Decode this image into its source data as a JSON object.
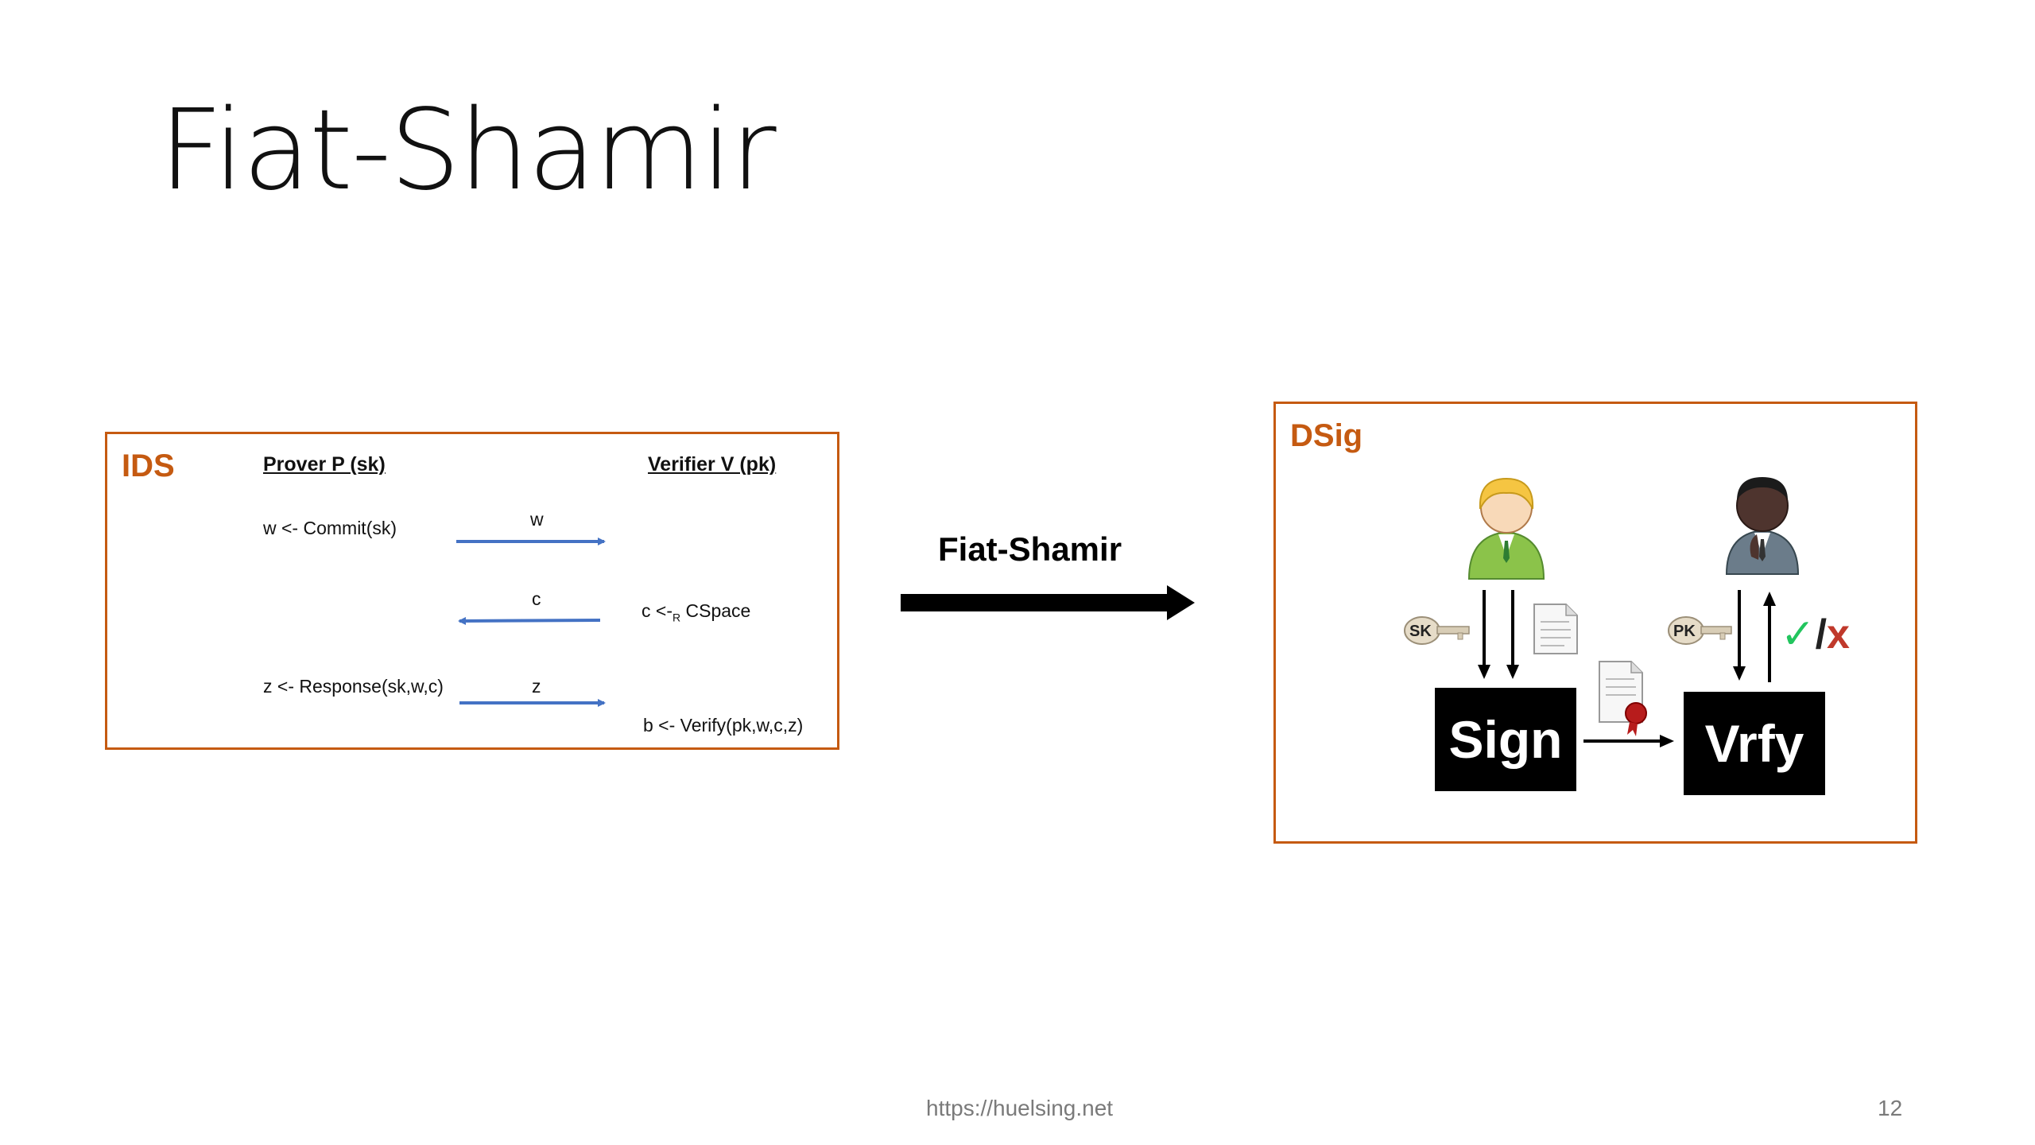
{
  "slide": {
    "title": "Fiat-Shamir",
    "footer_url": "https://huelsing.net",
    "page_number": "12"
  },
  "ids": {
    "label": "IDS",
    "prover_header": "Prover P (sk)",
    "verifier_header": "Verifier V (pk)",
    "commit": "w <- Commit(sk)",
    "msg_w": "w",
    "msg_c": "c",
    "challenge_prefix": "c <-",
    "challenge_sub": "R",
    "challenge_suffix": " CSpace",
    "response": "z <- Response(sk,w,c)",
    "msg_z": "z",
    "verify": "b <- Verify(pk,w,c,z)"
  },
  "transform": {
    "label": "Fiat-Shamir"
  },
  "dsig": {
    "label": "DSig",
    "sk_label": "SK",
    "pk_label": "PK",
    "sign_label": "Sign",
    "vrfy_label": "Vrfy",
    "result_check": "✓",
    "result_slash": "/",
    "result_cross": "x"
  },
  "colors": {
    "accent": "#c55a11",
    "message_arrow": "#4472c4",
    "check": "#22c55e",
    "cross": "#c0392b"
  }
}
